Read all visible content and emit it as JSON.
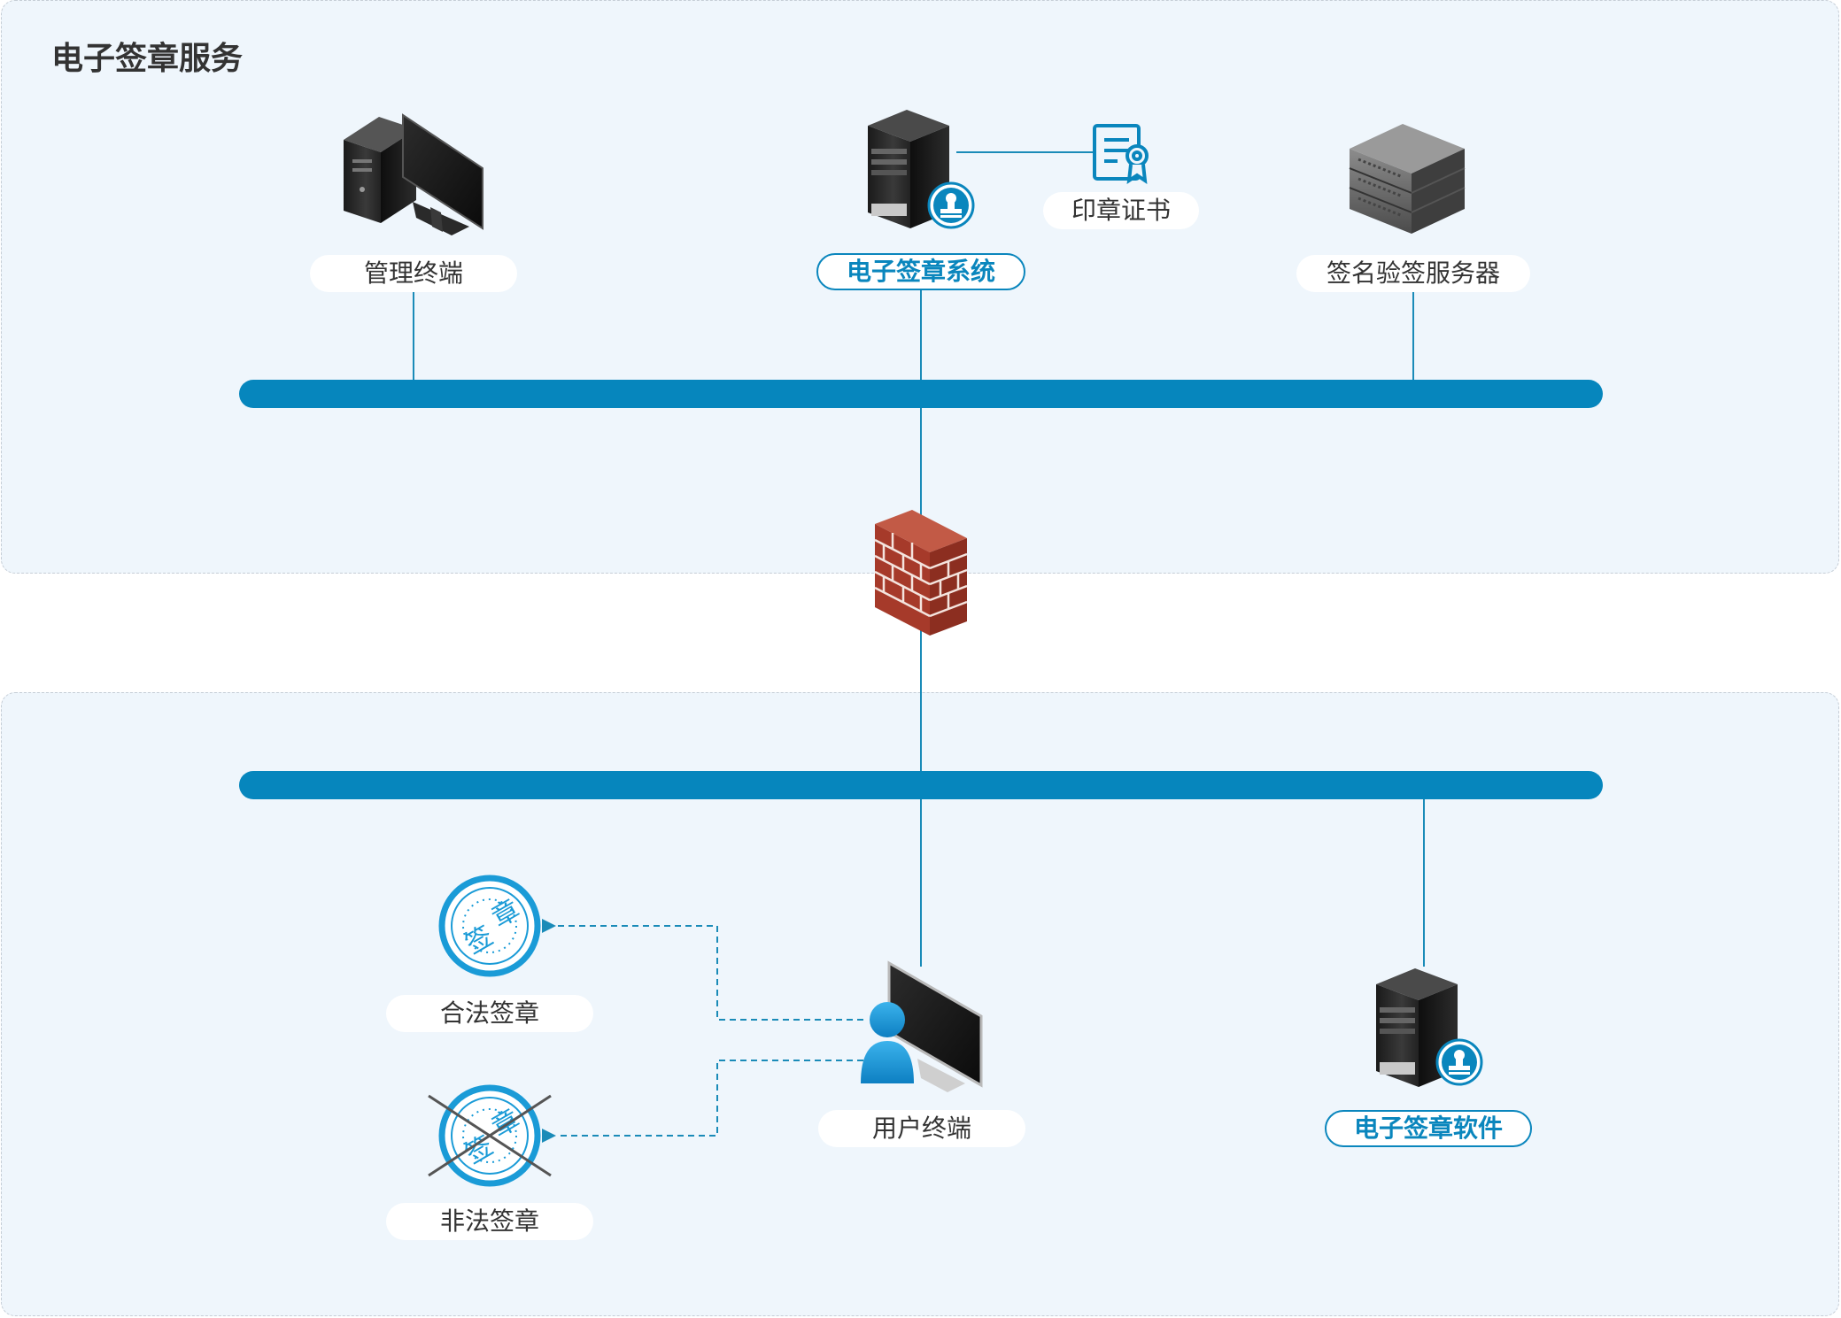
{
  "zone_title": "电子签章服务",
  "labels": {
    "admin_terminal": "管理终端",
    "esign_system": "电子签章系统",
    "seal_cert": "印章证书",
    "verify_server": "签名验签服务器",
    "user_terminal": "用户终端",
    "esign_software": "电子签章软件",
    "legal_seal": "合法签章",
    "illegal_seal": "非法签章"
  },
  "stamp_text": {
    "top": "章",
    "bottom": "签"
  },
  "colors": {
    "bus": "#0686bd",
    "line": "#1a8bb8",
    "accent": "#0a86bd",
    "zone_bg": "#eff6fc"
  },
  "icons": {
    "admin_terminal": "desktop-computer-icon",
    "esign_system": "server-with-user-icon",
    "seal_cert": "certificate-icon",
    "verify_server": "rack-server-icon",
    "firewall": "firewall-brick-icon",
    "user_terminal": "user-workstation-icon",
    "esign_software": "server-with-user-icon",
    "legal_seal": "round-stamp-icon",
    "illegal_seal": "crossed-stamp-icon"
  }
}
